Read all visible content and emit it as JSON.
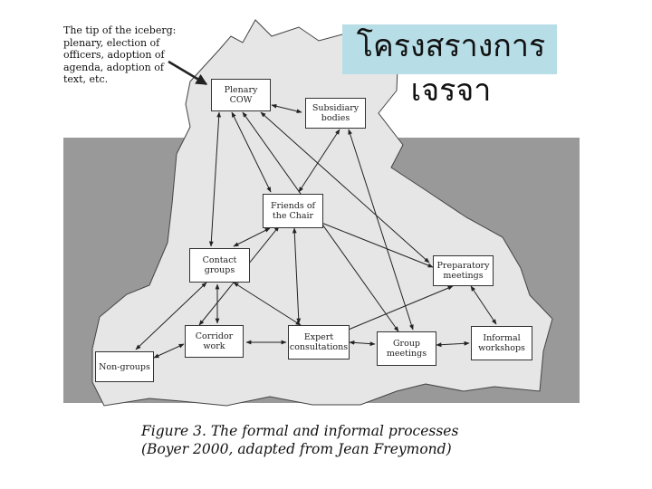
{
  "title": "โครงสรางการ\nเจรจา",
  "tip_text": "The tip of the iceberg:\nplenary, election of\nofficers, adoption of\nagenda, adoption of\ntext, etc.",
  "caption": "Figure 3. The formal and informal processes\n(Boyer 2000, adapted from Jean Freymond)",
  "colors": {
    "water": "#999999",
    "iceberg": "#e6e6e6",
    "title_bg": "#b7dde6",
    "box_bg": "#ffffff"
  },
  "nodes": {
    "plenary": "Plenary\nCOW",
    "subsidiary": "Subsidiary\nbodies",
    "friends": "Friends of\nthe Chair",
    "contact": "Contact\ngroups",
    "preparatory": "Preparatory\nmeetings",
    "corridor": "Corridor\nwork",
    "expert": "Expert\nconsultations",
    "group": "Group\nmeetings",
    "informal": "Informal\nworkshops",
    "nongroups": "Non-groups"
  }
}
